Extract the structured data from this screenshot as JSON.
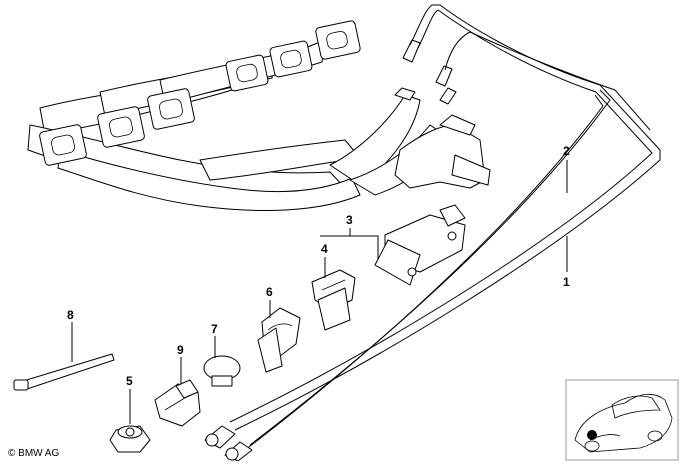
{
  "diagram": {
    "callouts": [
      {
        "id": "1",
        "label": "1"
      },
      {
        "id": "2",
        "label": "2"
      },
      {
        "id": "3",
        "label": "3"
      },
      {
        "id": "4",
        "label": "4"
      },
      {
        "id": "5",
        "label": "5"
      },
      {
        "id": "6",
        "label": "6"
      },
      {
        "id": "7",
        "label": "7"
      },
      {
        "id": "8",
        "label": "8"
      },
      {
        "id": "9",
        "label": "9"
      }
    ],
    "copyright": "© BMW AG"
  },
  "colors": {
    "ink": "#000000",
    "background": "#ffffff",
    "thumbnail_border": "#999999"
  }
}
